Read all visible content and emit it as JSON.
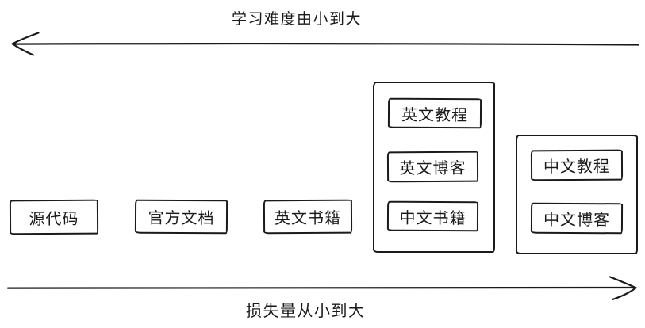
{
  "diagram": {
    "background_color": "#ffffff",
    "ink_color": "#1a1a1a",
    "top_axis": {
      "label": "学习难度由小到大",
      "arrow_direction": "left",
      "icon": "left-arrow-icon"
    },
    "bottom_axis": {
      "label": "损失量从小到大",
      "arrow_direction": "right",
      "icon": "right-arrow-icon"
    },
    "standalone_boxes": [
      "源代码",
      "官方文档",
      "英文书籍"
    ],
    "groups": [
      {
        "items": [
          "英文教程",
          "英文博客",
          "中文书籍"
        ]
      },
      {
        "items": [
          "中文教程",
          "中文博客"
        ]
      }
    ]
  }
}
